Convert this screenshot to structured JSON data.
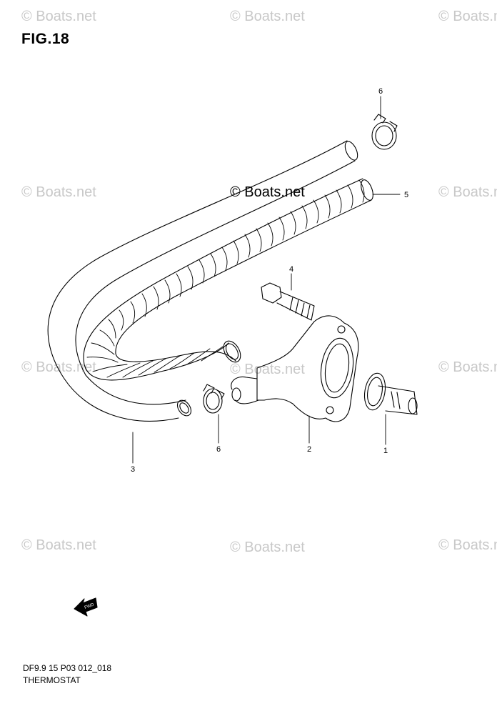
{
  "figure": {
    "title": "FIG.18",
    "code": "DF9.9 15 P03 012_018",
    "name": "THERMOSTAT"
  },
  "watermark": {
    "text": "© Boats.net",
    "color": "#c8c8c8"
  },
  "callouts": [
    "1",
    "2",
    "3",
    "4",
    "5",
    "6",
    "6"
  ],
  "fwd_label": "FWD"
}
